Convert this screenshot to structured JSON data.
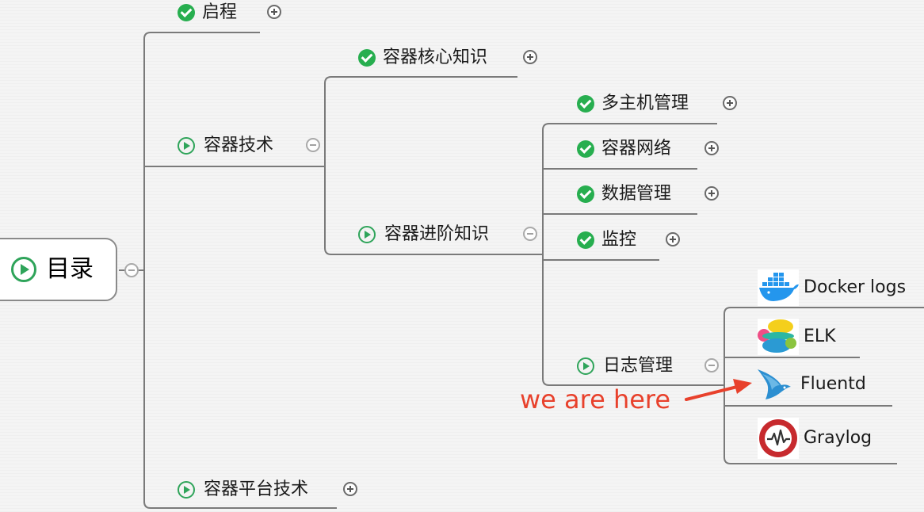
{
  "root": {
    "label": "目录"
  },
  "branches": {
    "startup": {
      "label": "启程"
    },
    "container_tech": {
      "label": "容器技术"
    },
    "core_knowledge": {
      "label": "容器核心知识"
    },
    "advanced_knowledge": {
      "label": "容器进阶知识"
    },
    "multi_host": {
      "label": "多主机管理"
    },
    "networking": {
      "label": "容器网络"
    },
    "data_mgmt": {
      "label": "数据管理"
    },
    "monitoring": {
      "label": "监控"
    },
    "log_mgmt": {
      "label": "日志管理"
    },
    "platform_tech": {
      "label": "容器平台技术"
    }
  },
  "log_tools": [
    {
      "label": "Docker logs",
      "icon": "docker-whale-icon"
    },
    {
      "label": "ELK",
      "icon": "elastic-logo-icon"
    },
    {
      "label": "Fluentd",
      "icon": "fluentd-bird-icon"
    },
    {
      "label": "Graylog",
      "icon": "graylog-logo-icon"
    }
  ],
  "annotation": {
    "text": "we are here",
    "color": "#e8412c"
  },
  "colors": {
    "check": "#27ae4f",
    "play": "#2fa45a",
    "connector": "#7a7a7a",
    "annotation": "#e8412c"
  }
}
